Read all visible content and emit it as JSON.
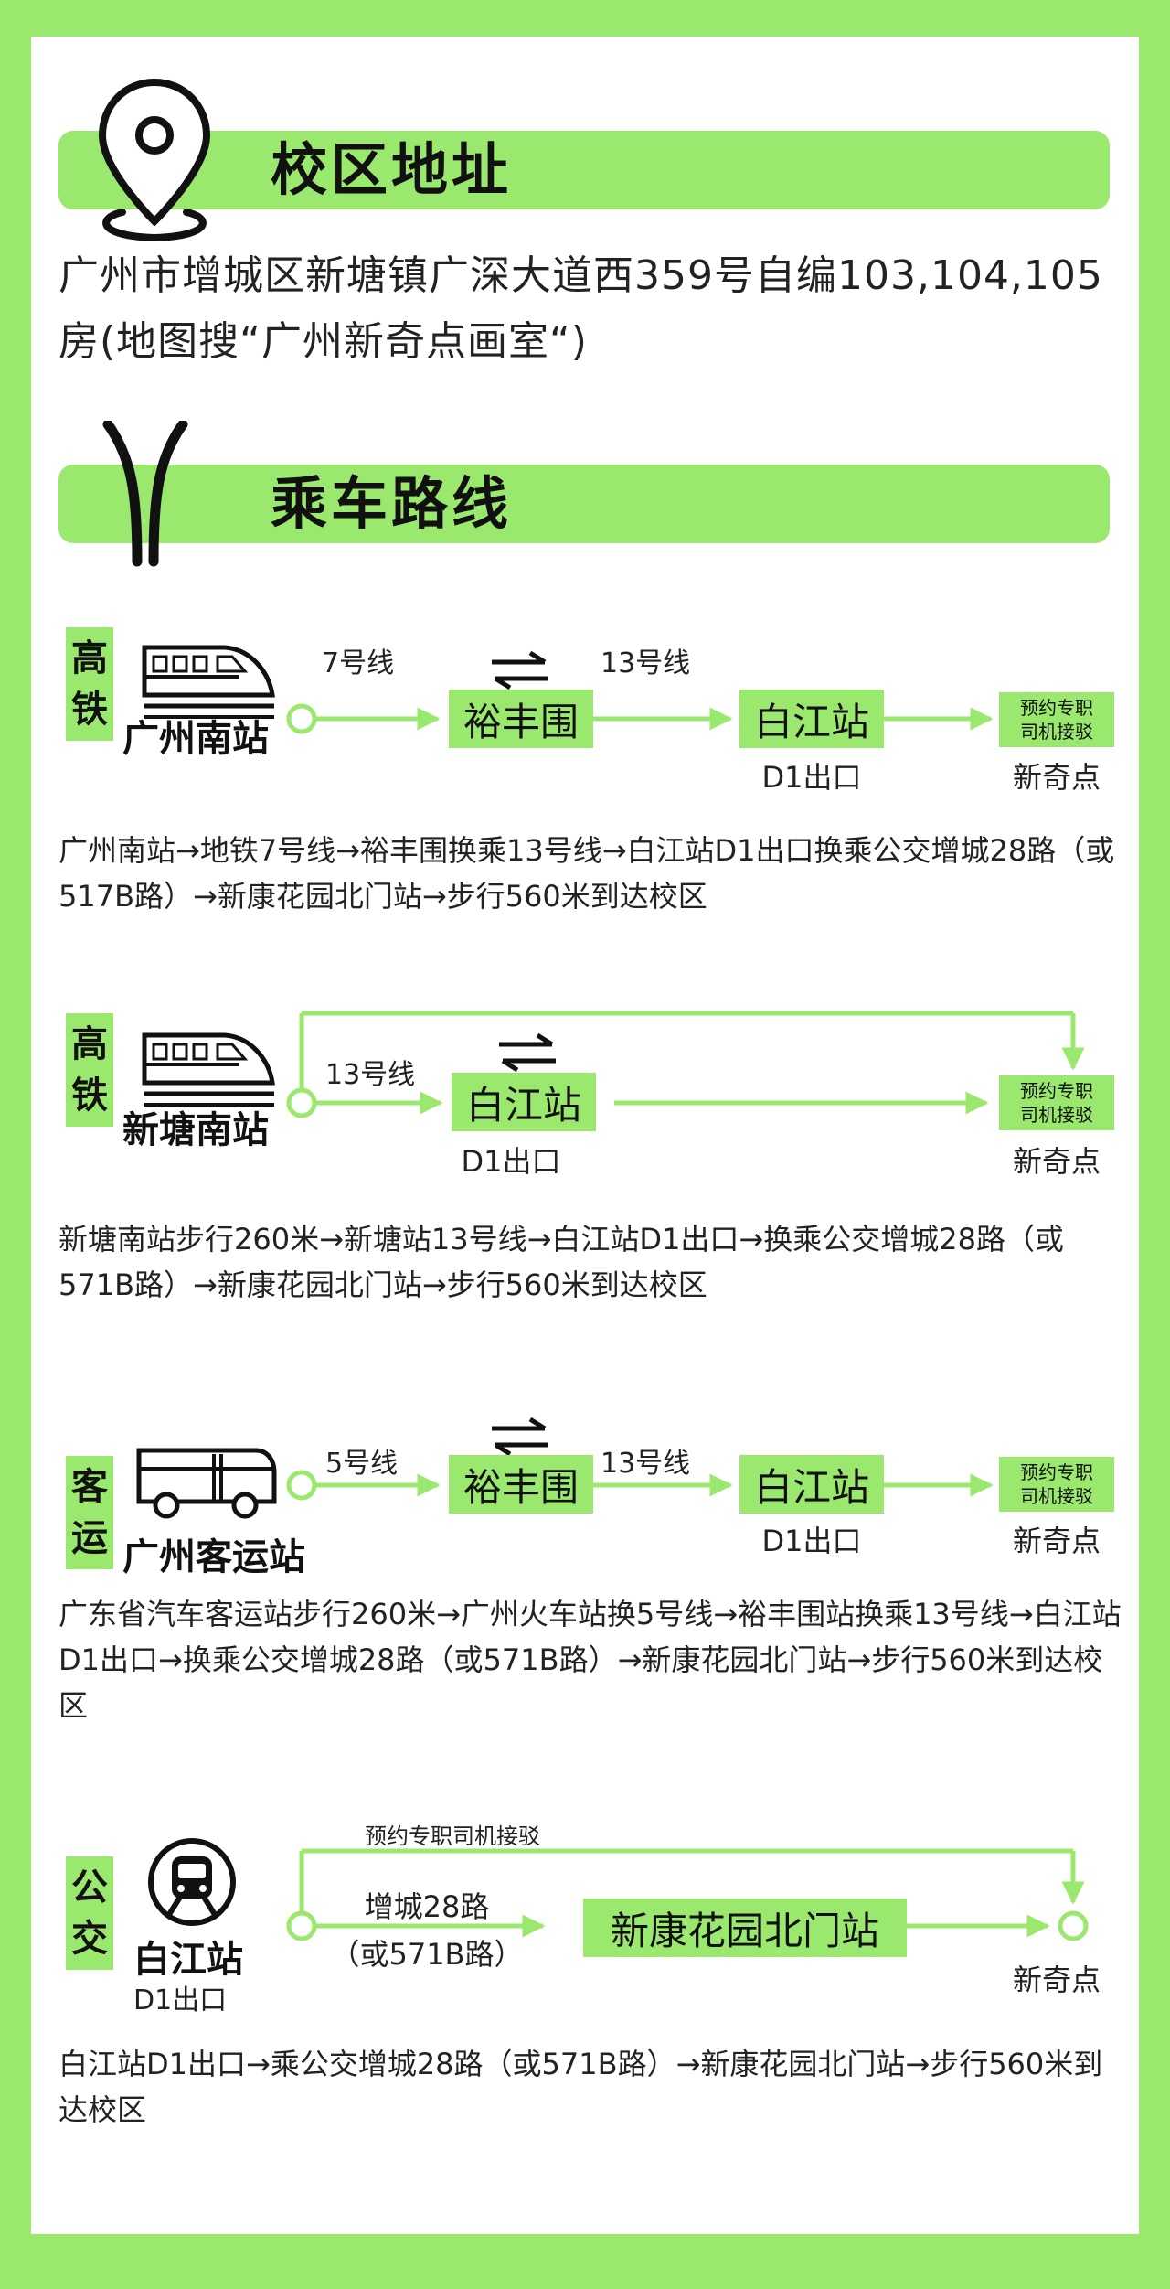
{
  "address_section": {
    "title": "校区地址",
    "address": "广州市增城区新塘镇广深大道西359号自编103,104,105房(地图搜“广州新奇点画室“)"
  },
  "route_section": {
    "title": "乘车路线"
  },
  "routes": [
    {
      "tag": [
        "高",
        "铁"
      ],
      "station": "广州南站",
      "line1": "7号线",
      "transfer": "裕丰围",
      "line2": "13号线",
      "stop": "白江站",
      "exit": "D1出口",
      "pickup": [
        "预约专职",
        "司机接驳"
      ],
      "dest": "新奇点",
      "desc": "广州南站→地铁7号线→裕丰围换乘13号线→白江站D1出口换乘公交增城28路（或517B路）→新康花园北门站→步行560米到达校区"
    },
    {
      "tag": [
        "高",
        "铁"
      ],
      "station": "新塘南站",
      "line1": "13号线",
      "stop": "白江站",
      "exit": "D1出口",
      "pickup": [
        "预约专职",
        "司机接驳"
      ],
      "dest": "新奇点",
      "desc": "新塘南站步行260米→新塘站13号线→白江站D1出口→换乘公交增城28路（或571B路）→新康花园北门站→步行560米到达校区"
    },
    {
      "tag": [
        "客",
        "运"
      ],
      "station": "广州客运站",
      "line1": "5号线",
      "transfer": "裕丰围",
      "line2": "13号线",
      "stop": "白江站",
      "exit": "D1出口",
      "pickup": [
        "预约专职",
        "司机接驳"
      ],
      "dest": "新奇点",
      "desc": "广东省汽车客运站步行260米→广州火车站换5号线→裕丰围站换乘13号线→白江站D1出口→换乘公交增城28路（或571B路）→新康花园北门站→步行560米到达校区"
    },
    {
      "tag": [
        "公",
        "交"
      ],
      "station": "白江站",
      "station_sub": "D1出口",
      "top_label": "预约专职司机接驳",
      "bus_line": "增城28路",
      "bus_alt": "（或571B路）",
      "stop": "新康花园北门站",
      "dest": "新奇点",
      "desc": "白江站D1出口→乘公交增城28路（或571B路）→新康花园北门站→步行560米到达校区"
    }
  ],
  "colors": {
    "accent": "#9be86f",
    "line": "#9be86f",
    "text": "#1a1a1a"
  },
  "icons": [
    "location-pin-icon",
    "road-icon",
    "train-icon",
    "bus-icon",
    "metro-icon",
    "transfer-icon"
  ]
}
